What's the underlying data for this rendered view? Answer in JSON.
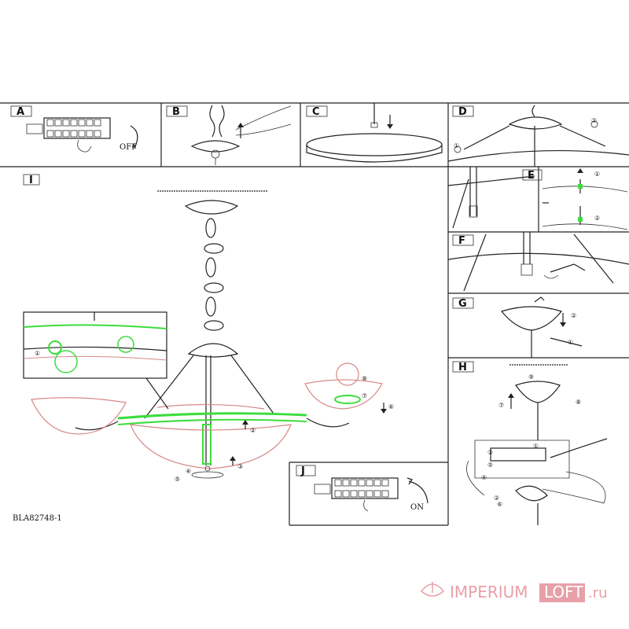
{
  "panels": {
    "a": {
      "letter": "A",
      "caption": "OFF"
    },
    "b": {
      "letter": "B"
    },
    "c": {
      "letter": "C"
    },
    "d": {
      "letter": "D"
    },
    "e": {
      "letter": "E"
    },
    "f": {
      "letter": "F"
    },
    "g": {
      "letter": "G"
    },
    "h": {
      "letter": "H"
    },
    "i": {
      "letter": "I",
      "model": "BLA82748-1"
    },
    "j": {
      "letter": "J",
      "caption": "ON"
    }
  },
  "callouts": {
    "n1": "①",
    "n2": "②",
    "n3": "③",
    "n4": "④",
    "n5": "⑤",
    "n6": "⑥",
    "n7": "⑦",
    "n8": "⑧",
    "n9": "⑨"
  },
  "watermark": {
    "brand_a": "IMPERIUM",
    "brand_b": "LOFT",
    "tld": ".ru"
  },
  "colors": {
    "green": "#3ddc3d",
    "red": "#d88888",
    "brand": "#e8a0a8"
  }
}
